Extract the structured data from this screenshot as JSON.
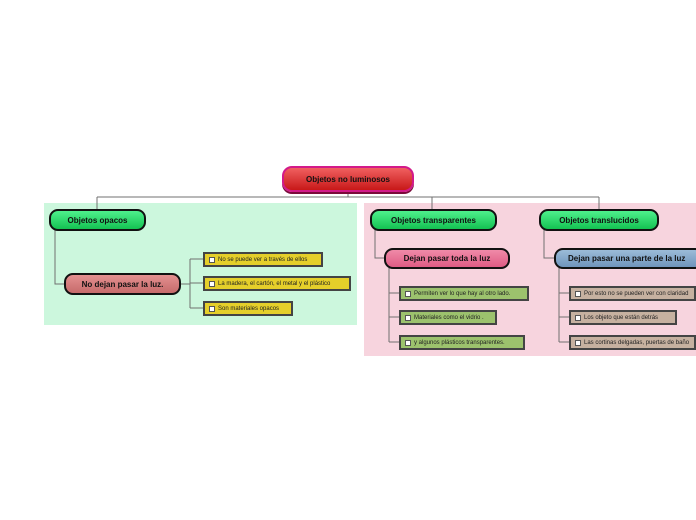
{
  "root": {
    "label": "Objetos no luminosos"
  },
  "branches": [
    {
      "label": "Objetos opacos",
      "sub": {
        "label": "No dejan pasar la luz.",
        "items": [
          "No se puede ver a través de ellos",
          "La madera, el cartón, el metal y el plástico",
          "Son materiales opacos"
        ]
      }
    },
    {
      "label": "Objetos transparentes",
      "sub": {
        "label": "Dejan pasar toda la luz",
        "items": [
          "Permiten ver lo que hay al otro lado.",
          "Materiales como el vidrio .",
          "y algunos plásticos transparentes."
        ]
      }
    },
    {
      "label": "Objetos translucidos",
      "sub": {
        "label": "Dejan pasar una parte de la luz",
        "items": [
          "Por esto no se pueden ver con claridad",
          "Los objeto que están detrás",
          "Las cortinas delgadas, puertas de baño"
        ]
      }
    }
  ],
  "colors": {
    "root": "#d82a2a",
    "branch": "#22d66a",
    "opacos_sub": "#d27a7a",
    "transparentes_sub": "#e8749a",
    "translucidos_sub": "#86a8cc",
    "opacos_items": "#e5cf2a",
    "transparentes_items": "#9cc26d",
    "translucidos_items": "#c6b1a0",
    "region_green": "#ccf7dd",
    "region_pink": "#f7d4de"
  }
}
